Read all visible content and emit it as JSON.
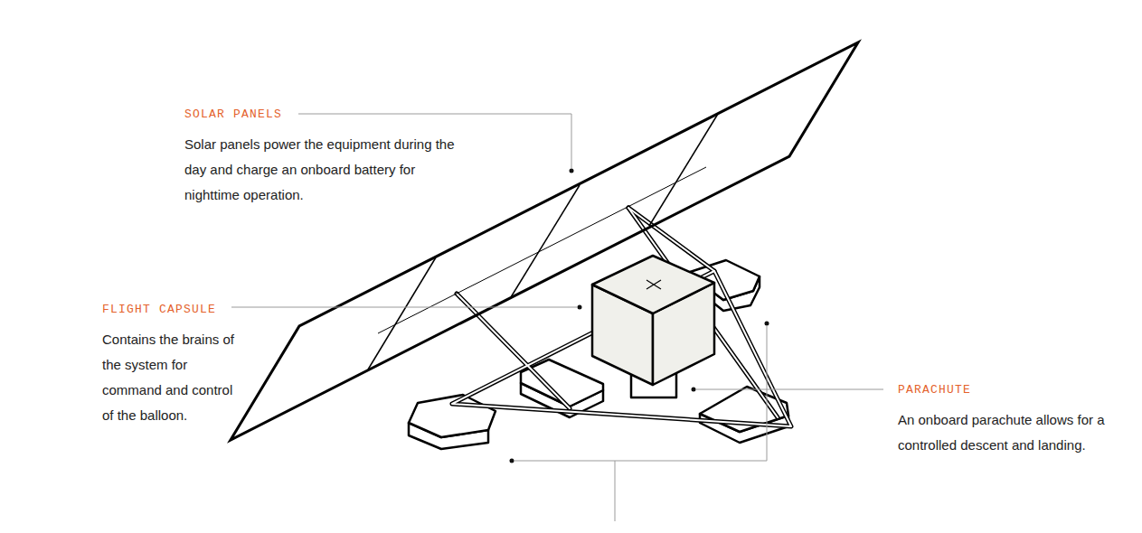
{
  "diagram": {
    "labels": [
      "SOLAR PANELS",
      "Solar panels power the equipment during the day and charge an onboard battery for nighttime operation.",
      "FLIGHT CAPSULE",
      "Contains the brains of the system for command and control of the balloon.",
      "PARACHUTE",
      "An onboard parachute allows for a controlled descent and landing."
    ]
  }
}
